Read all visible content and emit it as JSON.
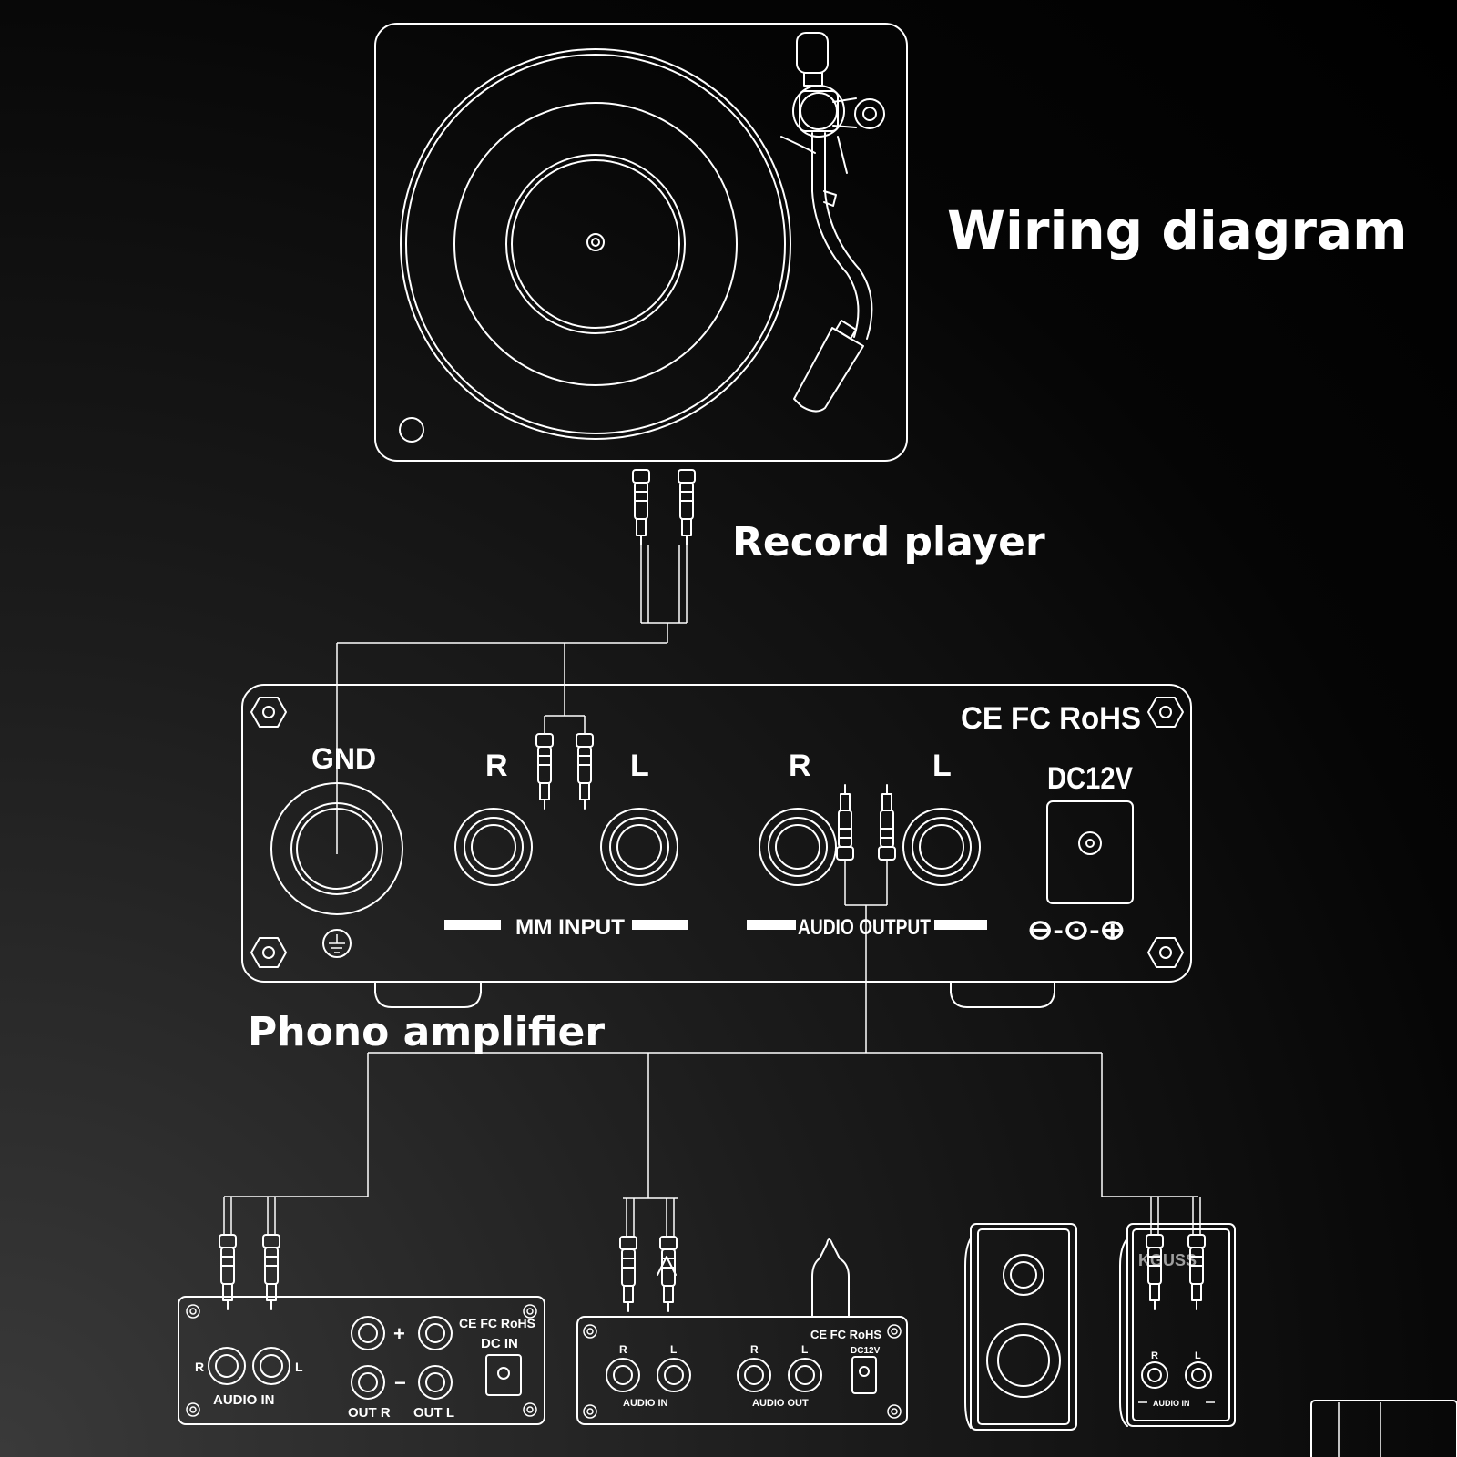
{
  "title": "Wiring diagram",
  "record_player_label": "Record player",
  "phono_amp_label": "Phono amplifier",
  "phono_amp": {
    "certs": "CE FC RoHS",
    "gnd": "GND",
    "input_r": "R",
    "input_l": "L",
    "output_r": "R",
    "output_l": "L",
    "dc": "DC12V",
    "input_section": "MM INPUT",
    "output_section": "AUDIO OUTPUT",
    "polarity": "⊖-⊙-⊕"
  },
  "device_a": {
    "certs": "CE FC RoHS",
    "r": "R",
    "l": "L",
    "audio_in": "AUDIO IN",
    "plus": "+",
    "minus": "−",
    "dc_in": "DC IN",
    "out_r": "OUT R",
    "out_l": "OUT L"
  },
  "device_b": {
    "certs": "CE FC RoHS",
    "r1": "R",
    "l1": "L",
    "r2": "R",
    "l2": "L",
    "dc": "DC12V",
    "audio_in": "AUDIO IN",
    "audio_out": "AUDIO OUT"
  },
  "device_d": {
    "brand": "KGUSS",
    "r": "R",
    "l": "L",
    "audio_in": "AUDIO IN"
  },
  "colors": {
    "background": "#000000",
    "line": "#ffffff"
  }
}
